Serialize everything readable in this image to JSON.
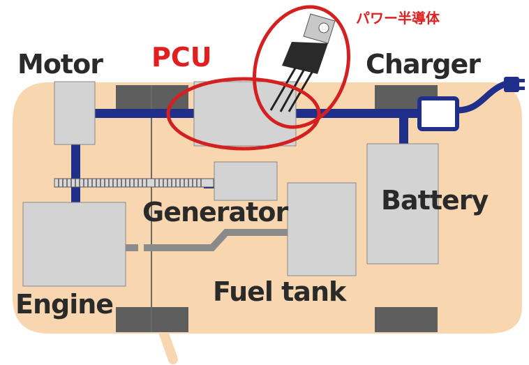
{
  "labels": {
    "motor": "Motor",
    "pcu": "PCU",
    "power_semiconductor": "パワー半導体",
    "charger": "Charger",
    "generator": "Generator",
    "battery": "Battery",
    "engine": "Engine",
    "fuel_tank": "Fuel tank"
  },
  "colors": {
    "car_body": "#f7d6b0",
    "component": "#d3d3d3",
    "wheel": "#5e5e5e",
    "cable": "#1f2f8a",
    "highlight": "#d42020",
    "label_text": "#2a2a2a"
  }
}
